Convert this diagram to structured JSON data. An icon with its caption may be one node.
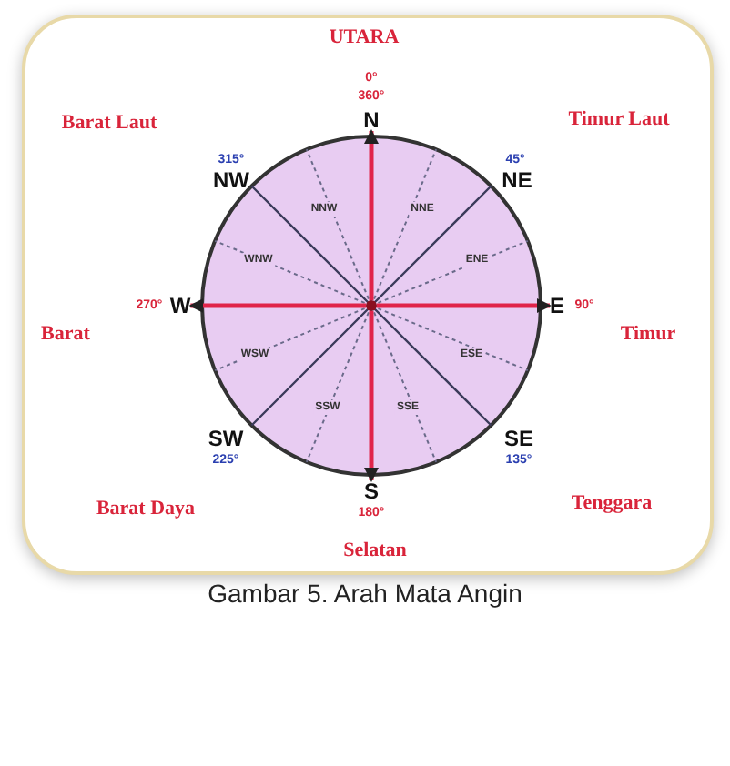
{
  "diagram": {
    "caption": "Gambar 5. Arah Mata Angin",
    "nodes": [
      {
        "text": [],
        "shape": "circle"
      },
      {
        "text": [
          "N"
        ],
        "beside": [
          "0°",
          "360°"
        ]
      },
      {
        "text": [
          "E"
        ],
        "beside": [
          "90°"
        ]
      },
      {
        "text": [
          "S"
        ],
        "beside": [
          "180°"
        ]
      },
      {
        "text": [
          "W"
        ],
        "beside": [
          "270°"
        ]
      }
    ],
    "edges": [
      {
        "from": 0,
        "to": 1,
        "arrow": "to"
      },
      {
        "from": 0,
        "to": 2,
        "arrow": "to"
      },
      {
        "from": 0,
        "to": 3,
        "arrow": "to"
      },
      {
        "from": 0,
        "to": 4,
        "arrow": "to"
      }
    ],
    "labels": [
      "UTARA",
      "Barat Laut",
      "Timur Laut",
      "315°",
      "NW",
      "45°",
      "NE",
      "NNW",
      "NNE",
      "WNW",
      "ENE",
      "Barat",
      "Timur",
      "WSW",
      "ESE",
      "SSW",
      "SSE",
      "SW",
      "225°",
      "SE",
      "135°",
      "Barat Daya",
      "Tenggara",
      "Selatan"
    ]
  }
}
